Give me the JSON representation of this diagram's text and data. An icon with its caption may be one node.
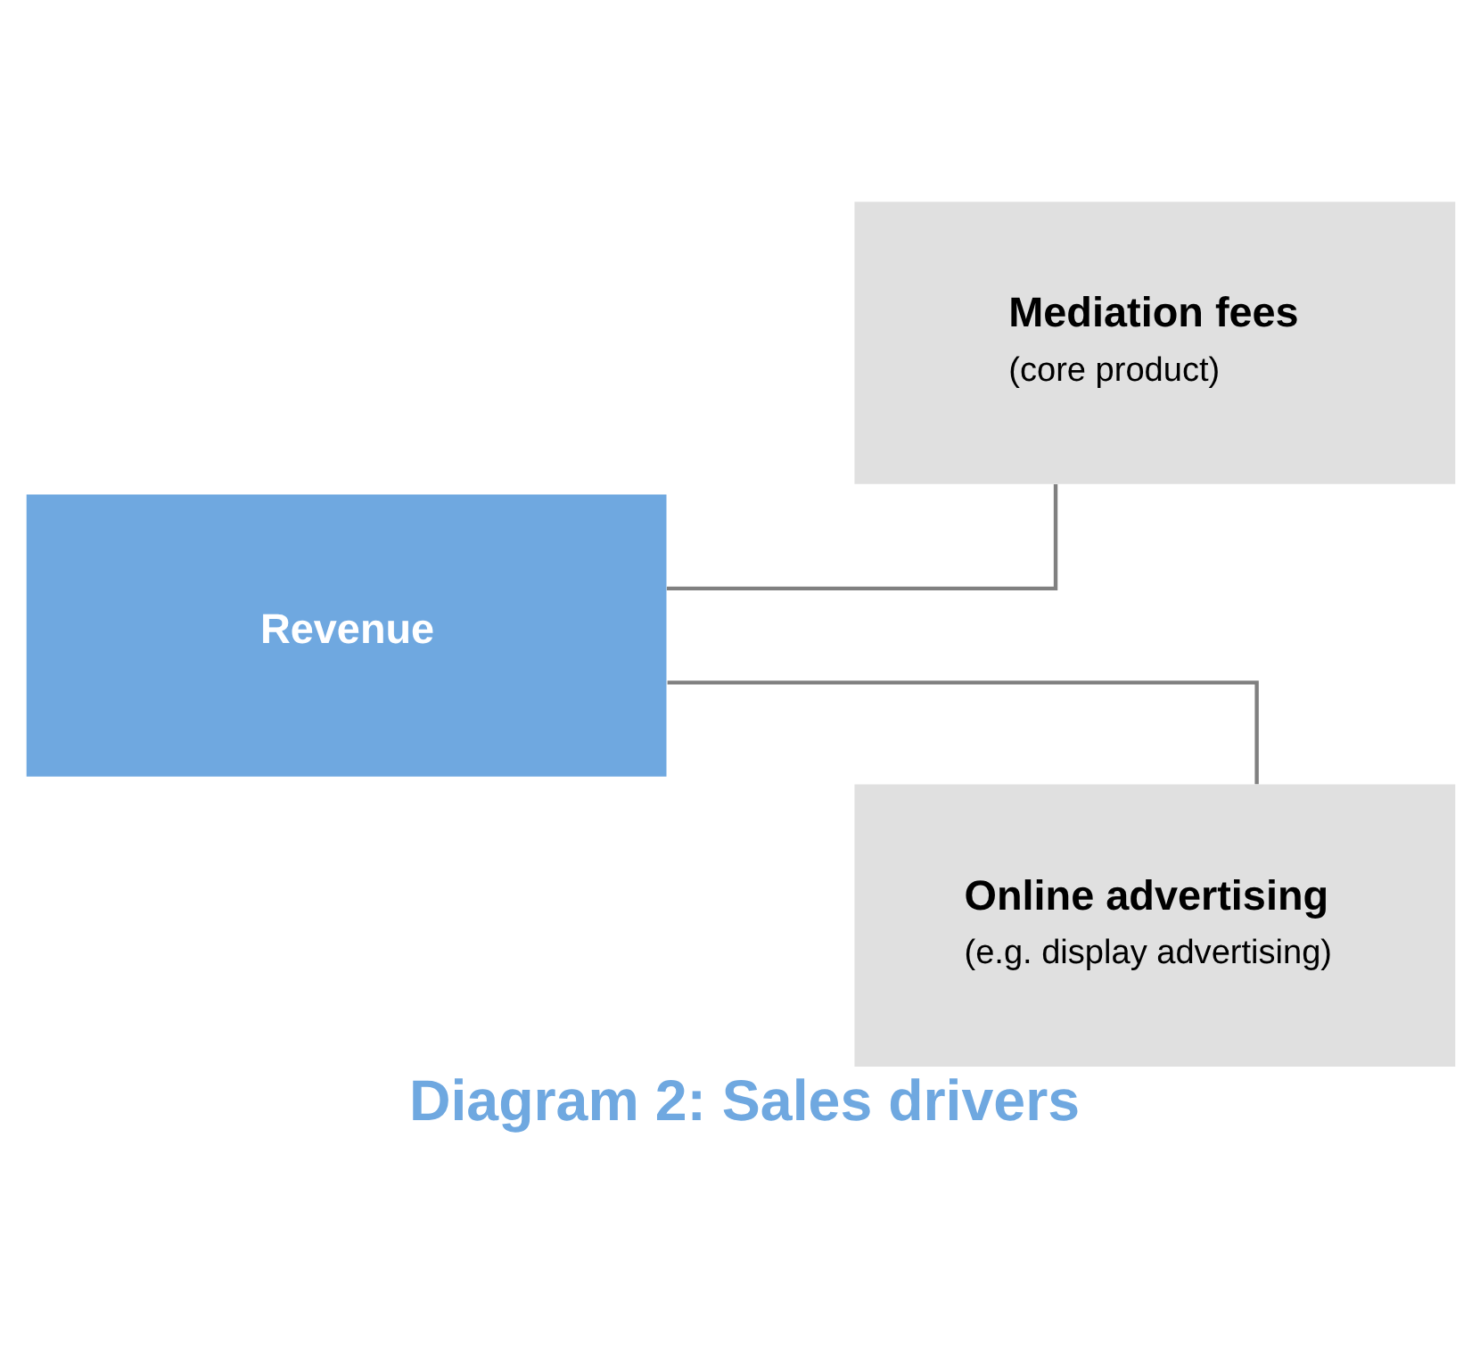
{
  "diagram": {
    "caption": "Diagram 2: Sales drivers",
    "nodes": [
      {
        "text": [
          "Revenue"
        ]
      },
      {
        "text": [
          "Mediation fees",
          "(core product)"
        ]
      },
      {
        "text": [
          "Online advertising",
          "(e.g. display advertising)"
        ]
      }
    ],
    "edges": [
      {
        "from": 0,
        "to": 1,
        "arrow": "none"
      },
      {
        "from": 0,
        "to": 2,
        "arrow": "none"
      }
    ]
  }
}
